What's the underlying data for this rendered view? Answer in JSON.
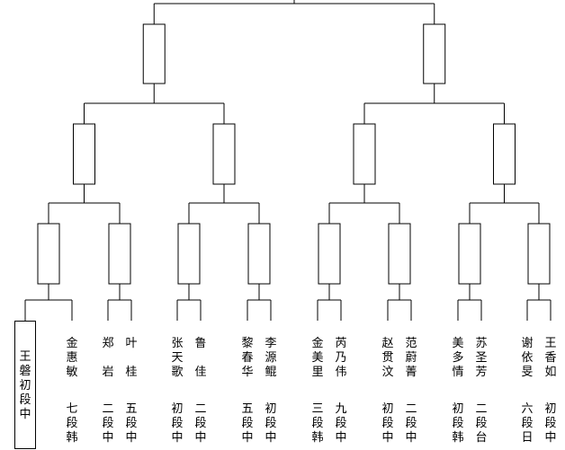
{
  "players": [
    {
      "name_chars": [
        "王",
        "磐"
      ],
      "rank_chars": [
        "初",
        "段"
      ],
      "country": "中",
      "highlighted": true
    },
    {
      "name_chars": [
        "金",
        "惠",
        "敏"
      ],
      "rank_chars": [
        "七",
        "段"
      ],
      "country": "韩"
    },
    {
      "name_chars": [
        "郑",
        "",
        "岩"
      ],
      "rank_chars": [
        "二",
        "段"
      ],
      "country": "中"
    },
    {
      "name_chars": [
        "叶",
        "",
        "桂"
      ],
      "rank_chars": [
        "五",
        "段"
      ],
      "country": "中"
    },
    {
      "name_chars": [
        "张",
        "天",
        "歌"
      ],
      "rank_chars": [
        "初",
        "段"
      ],
      "country": "中"
    },
    {
      "name_chars": [
        "鲁",
        "",
        "佳"
      ],
      "rank_chars": [
        "二",
        "段"
      ],
      "country": "中"
    },
    {
      "name_chars": [
        "黎",
        "春",
        "华"
      ],
      "rank_chars": [
        "五",
        "段"
      ],
      "country": "中"
    },
    {
      "name_chars": [
        "李",
        "源",
        "鲲"
      ],
      "rank_chars": [
        "初",
        "段"
      ],
      "country": "中"
    },
    {
      "name_chars": [
        "金",
        "美",
        "里"
      ],
      "rank_chars": [
        "三",
        "段"
      ],
      "country": "韩"
    },
    {
      "name_chars": [
        "芮",
        "乃",
        "伟"
      ],
      "rank_chars": [
        "九",
        "段"
      ],
      "country": "中"
    },
    {
      "name_chars": [
        "赵",
        "贯",
        "汶"
      ],
      "rank_chars": [
        "初",
        "段"
      ],
      "country": "中"
    },
    {
      "name_chars": [
        "范",
        "蔚",
        "菁"
      ],
      "rank_chars": [
        "二",
        "段"
      ],
      "country": "中"
    },
    {
      "name_chars": [
        "美",
        "多",
        "情"
      ],
      "rank_chars": [
        "初",
        "段"
      ],
      "country": "韩"
    },
    {
      "name_chars": [
        "苏",
        "圣",
        "芳"
      ],
      "rank_chars": [
        "二",
        "段"
      ],
      "country": "台"
    },
    {
      "name_chars": [
        "谢",
        "依",
        "旻"
      ],
      "rank_chars": [
        "六",
        "段"
      ],
      "country": "日"
    },
    {
      "name_chars": [
        "王",
        "香",
        "如"
      ],
      "rank_chars": [
        "初",
        "段"
      ],
      "country": "中"
    }
  ]
}
